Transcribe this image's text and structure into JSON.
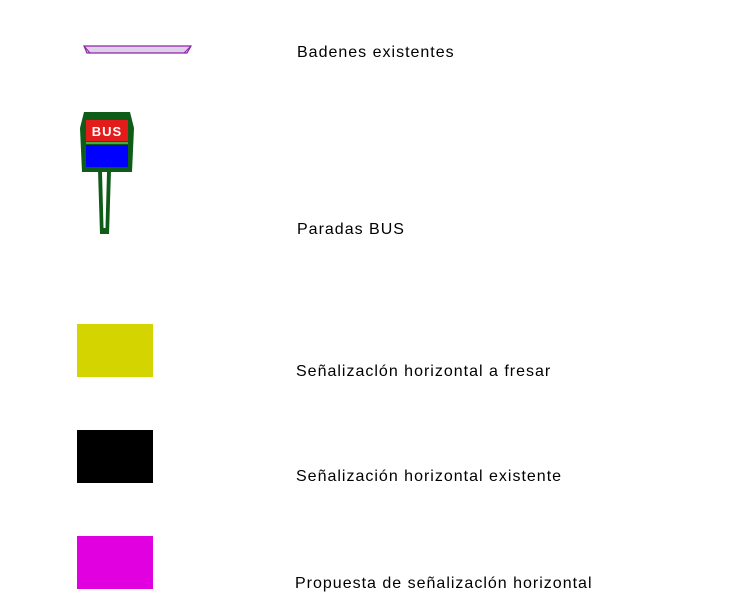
{
  "legend": {
    "items": [
      {
        "id": "badenes",
        "label": "Badenes existentes",
        "icon": "speed-bump-icon",
        "fill": "#ddd0e8",
        "stroke": "#8e24aa"
      },
      {
        "id": "bus",
        "label": "Paradas BUS",
        "icon": "bus-stop-sign-icon",
        "sign_text": "BUS",
        "colors": {
          "frame": "#0e5c17",
          "top": "#e21b1b",
          "bottom": "#0000ff"
        }
      },
      {
        "id": "fresar",
        "label": "Señalizaclón horizontal a fresar",
        "icon": "color-swatch",
        "color": "#d4d400"
      },
      {
        "id": "existente",
        "label": "Señalización horizontal existente",
        "icon": "color-swatch",
        "color": "#000000"
      },
      {
        "id": "propuesta",
        "label": "Propuesta de señalizaclón horizontal",
        "icon": "color-swatch",
        "color": "#e000e0"
      }
    ]
  }
}
